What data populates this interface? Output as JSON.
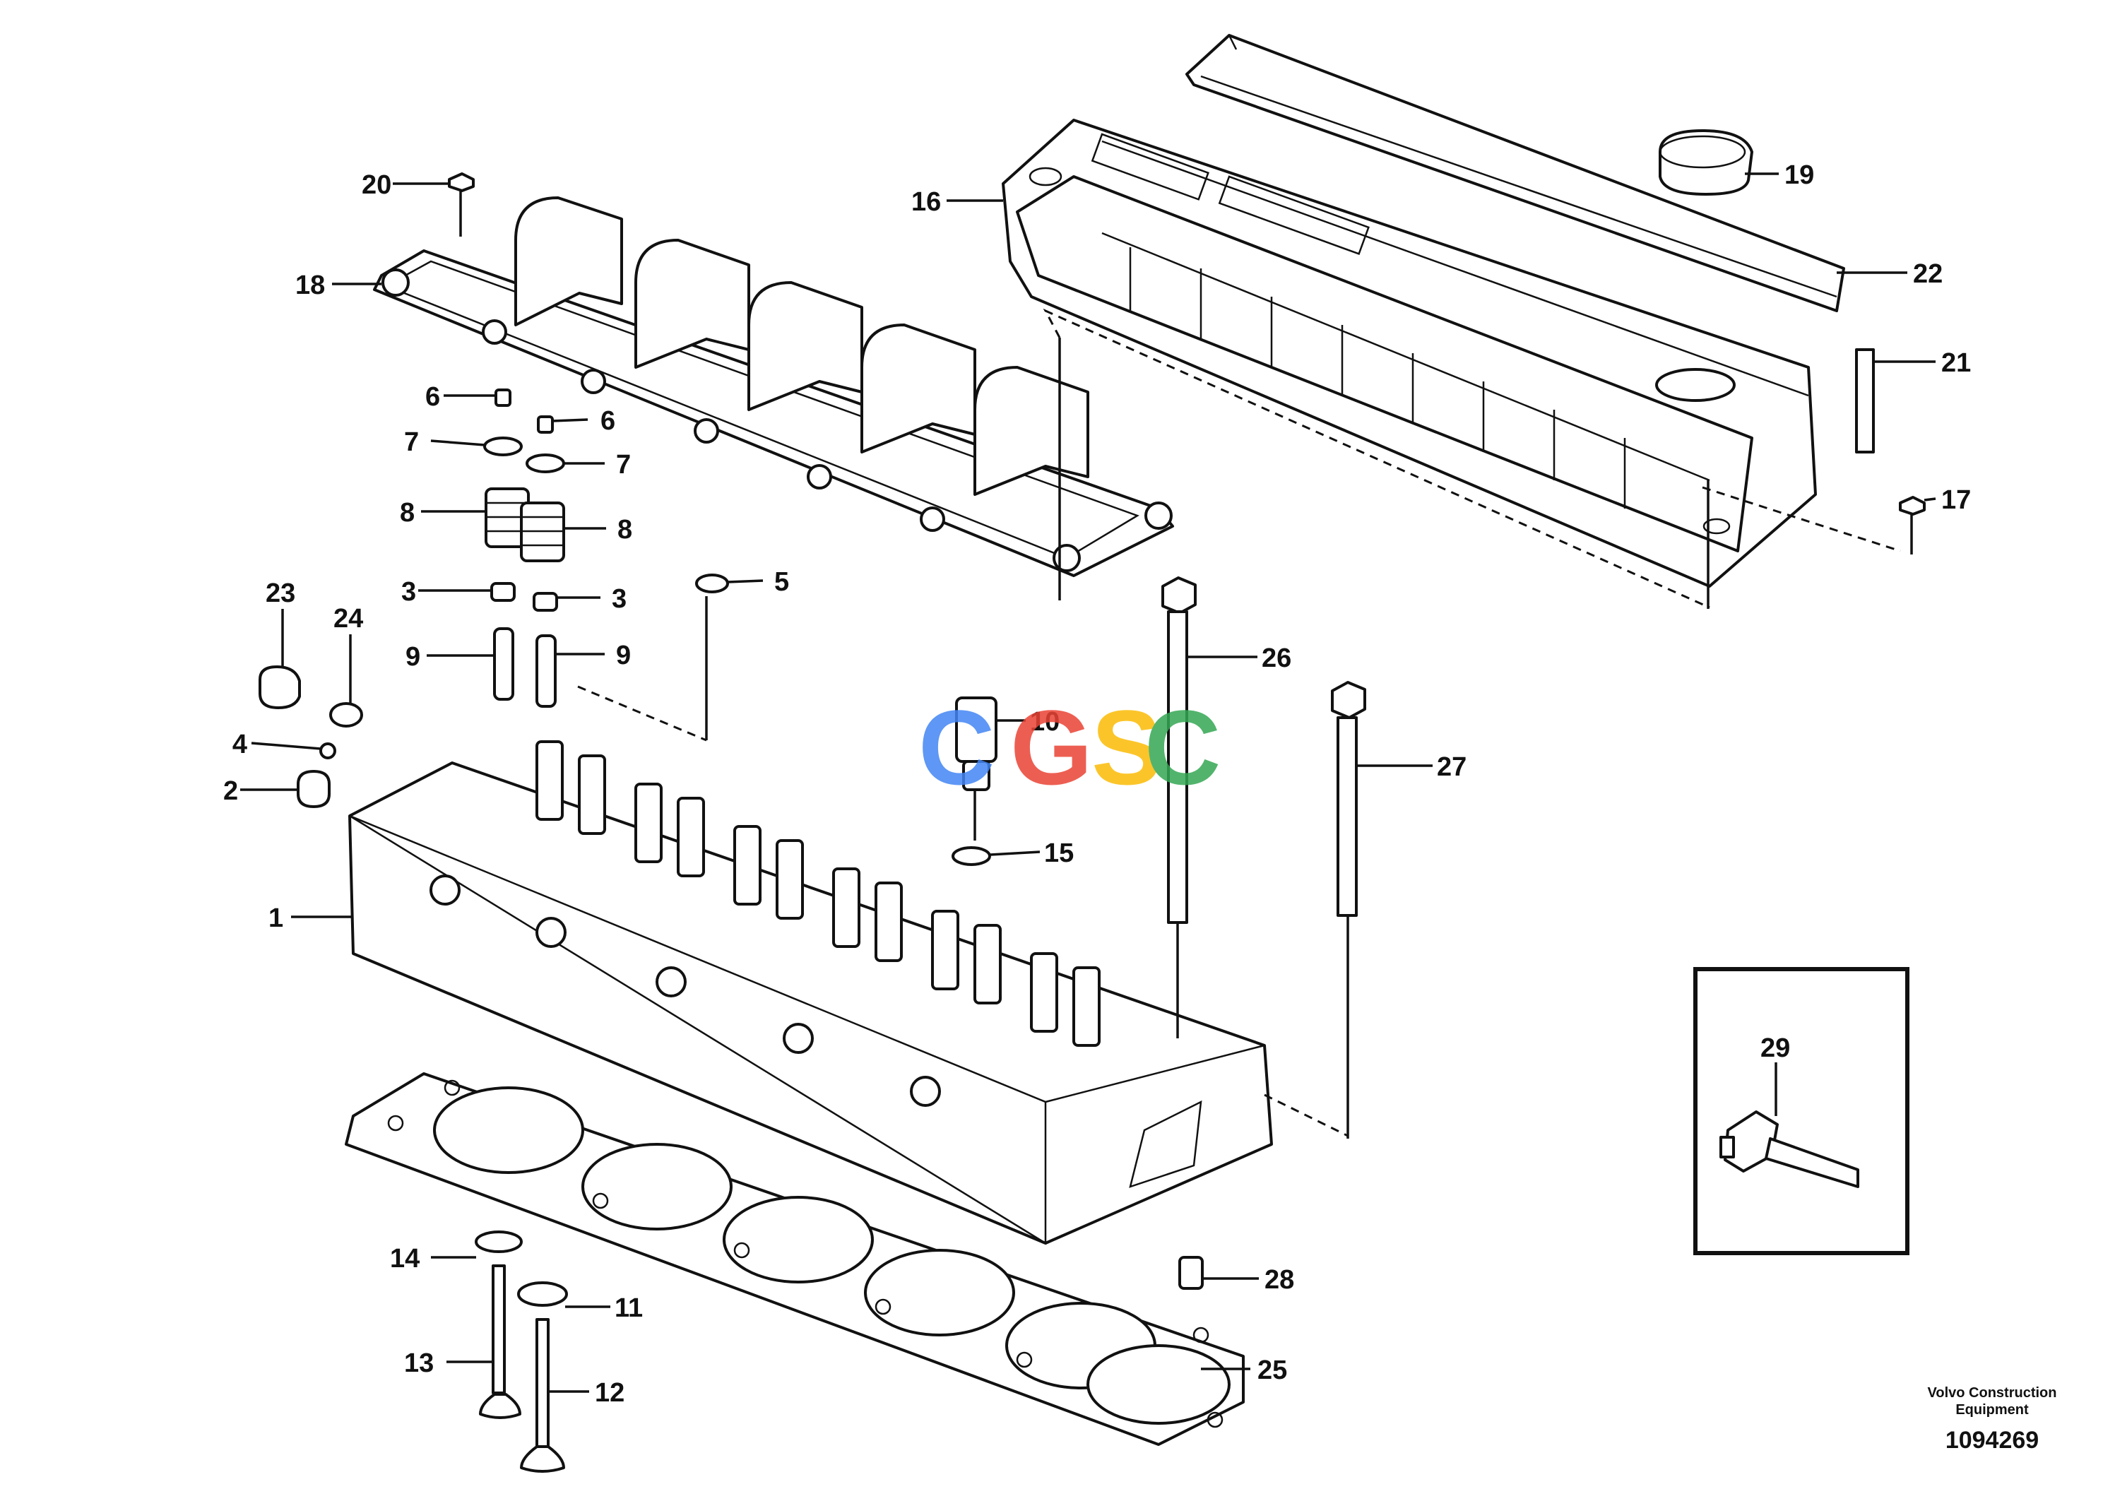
{
  "diagram": {
    "callouts": [
      "1",
      "2",
      "3",
      "4",
      "5",
      "6",
      "7",
      "8",
      "9",
      "10",
      "11",
      "12",
      "13",
      "14",
      "15",
      "16",
      "17",
      "18",
      "19",
      "20",
      "21",
      "22",
      "23",
      "24",
      "25",
      "26",
      "27",
      "28",
      "29"
    ],
    "brand": "Volvo Construction Equipment",
    "reference_number": "1094269"
  },
  "watermark": {
    "text": "CGSC",
    "colors": [
      "#4285F4",
      "#EA4335",
      "#FBBC05",
      "#34A853"
    ]
  }
}
